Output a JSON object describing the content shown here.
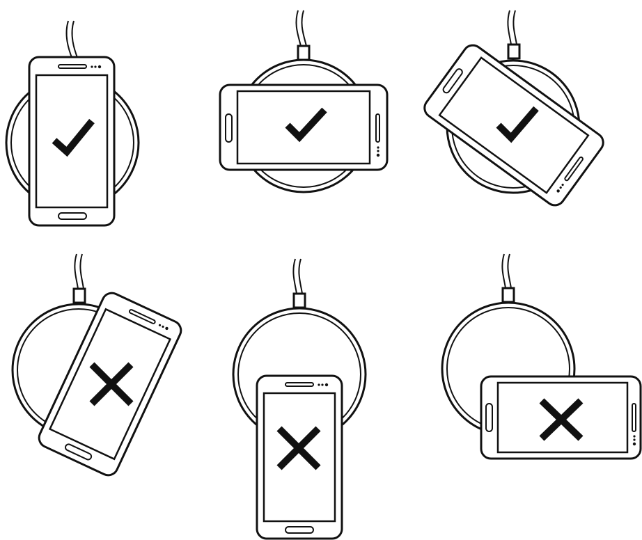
{
  "colors": {
    "line": "#111111",
    "background": "#ffffff"
  },
  "placements": [
    {
      "id": "portrait-centered",
      "status": "correct",
      "mark_icon": "check-mark-icon"
    },
    {
      "id": "landscape-centered",
      "status": "correct",
      "mark_icon": "check-mark-icon"
    },
    {
      "id": "tilted-centered",
      "status": "correct",
      "mark_icon": "check-mark-icon"
    },
    {
      "id": "tilted-offset-right",
      "status": "incorrect",
      "mark_icon": "cross-mark-icon"
    },
    {
      "id": "portrait-offset-down",
      "status": "incorrect",
      "mark_icon": "cross-mark-icon"
    },
    {
      "id": "landscape-offset-down-right",
      "status": "incorrect",
      "mark_icon": "cross-mark-icon"
    }
  ]
}
